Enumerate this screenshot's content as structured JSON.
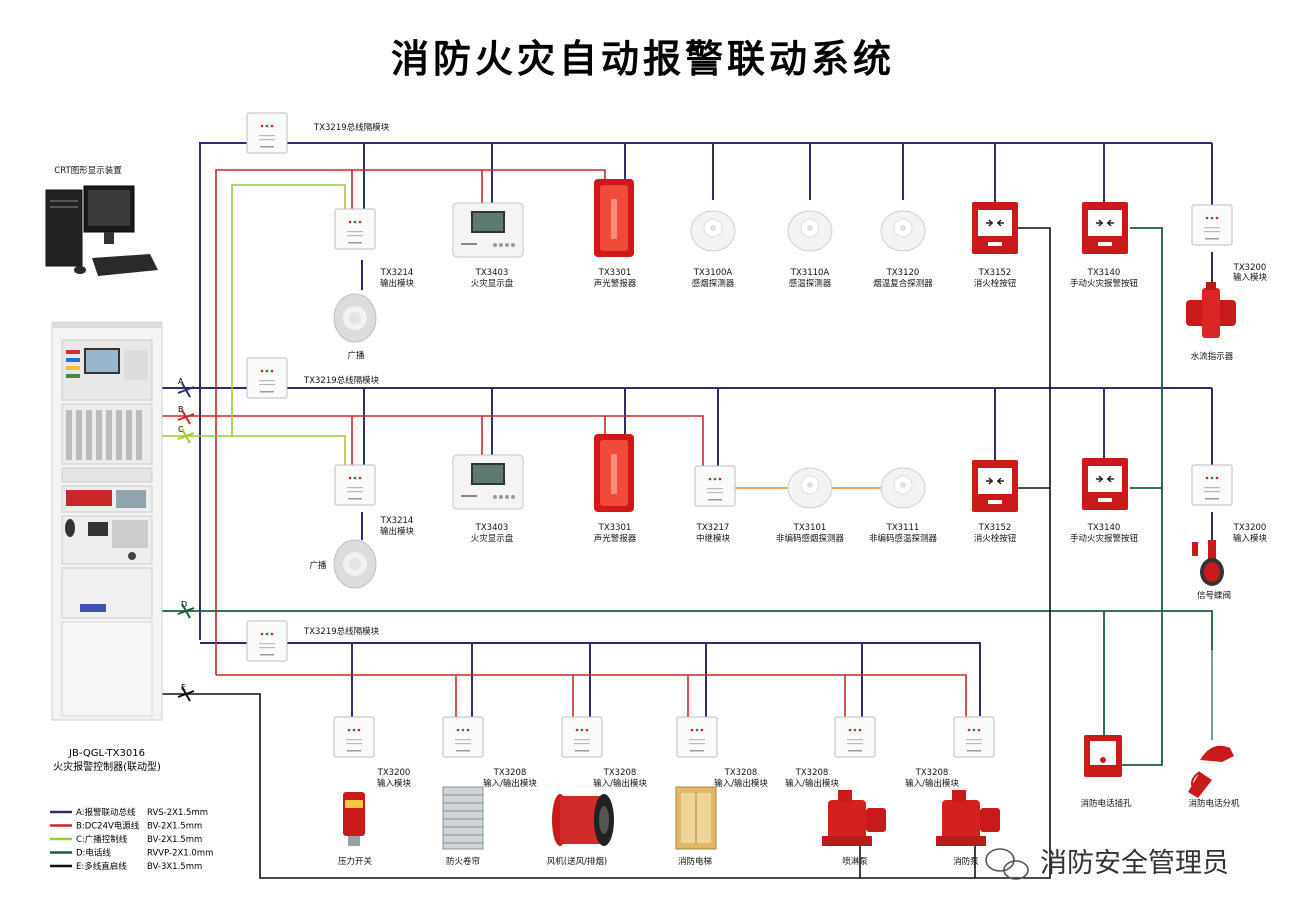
{
  "title": "消防火灾自动报警联动系统",
  "crt": {
    "label": "CRT图形显示装置"
  },
  "controller": {
    "model": "JB-QGL-TX3016",
    "name": "火灾报警控制器(联动型)"
  },
  "buses": {
    "a": "A",
    "b": "B",
    "c": "C",
    "d": "D",
    "e": "E"
  },
  "isolators": {
    "top": "TX3219总线隔模块",
    "mid": "TX3219总线隔模块",
    "bot": "TX3219总线隔模块"
  },
  "row1": [
    {
      "code": "TX3214",
      "name": "输出模块"
    },
    {
      "code": "TX3403",
      "name": "火灾显示盘"
    },
    {
      "code": "TX3301",
      "name": "声光警报器"
    },
    {
      "code": "TX3100A",
      "name": "感烟探测器"
    },
    {
      "code": "TX3110A",
      "name": "感温探测器"
    },
    {
      "code": "TX3120",
      "name": "烟温复合探测器"
    },
    {
      "code": "TX3152",
      "name": "消火栓按钮"
    },
    {
      "code": "TX3140",
      "name": "手动火灾报警按钮"
    },
    {
      "code": "TX3200",
      "name": "输入模块"
    }
  ],
  "row1_extra": {
    "speaker": "广播",
    "flow": "水流指示器"
  },
  "row2": [
    {
      "code": "TX3214",
      "name": "输出模块"
    },
    {
      "code": "TX3403",
      "name": "火灾显示盘"
    },
    {
      "code": "TX3301",
      "name": "声光警报器"
    },
    {
      "code": "TX3217",
      "name": "中继模块"
    },
    {
      "code": "TX3101",
      "name": "非编码感烟探测器"
    },
    {
      "code": "TX3111",
      "name": "非编码感温探测器"
    },
    {
      "code": "TX3152",
      "name": "消火栓按钮"
    },
    {
      "code": "TX3140",
      "name": "手动火灾报警按钮"
    },
    {
      "code": "TX3200",
      "name": "输入模块"
    }
  ],
  "row2_extra": {
    "speaker": "广播",
    "valve": "信号蝶阀"
  },
  "row3": [
    {
      "code": "TX3200",
      "name": "输入模块",
      "device": "压力开关"
    },
    {
      "code": "TX3208",
      "name": "输入/输出模块",
      "device": "防火卷帘"
    },
    {
      "code": "TX3208",
      "name": "输入/输出模块",
      "device": "风机(送风/排烟)"
    },
    {
      "code": "TX3208",
      "name": "输入/输出模块",
      "device": "消防电梯"
    },
    {
      "code": "TX3208",
      "name": "输入/输出模块",
      "device": "喷淋泵"
    },
    {
      "code": "TX3208",
      "name": "输入/输出模块",
      "device": "消防泵"
    }
  ],
  "phone": {
    "jack": "消防电话插孔",
    "ext": "消防电话分机"
  },
  "legend": [
    {
      "key": "A:报警联动总线",
      "cable": "RVS-2X1.5mm",
      "color": "#2b2f6b"
    },
    {
      "key": "B:DC24V电源线",
      "cable": "BV-2X1.5mm",
      "color": "#c62828"
    },
    {
      "key": "C:广播控制线",
      "cable": "BV-2X1.5mm",
      "color": "#9acd32"
    },
    {
      "key": "D:电话线",
      "cable": "RVVP-2X1.0mm",
      "color": "#1b5e3a"
    },
    {
      "key": "E:多线直启线",
      "cable": "BV-3X1.5mm",
      "color": "#111111"
    }
  ],
  "watermark": "消防安全管理员"
}
